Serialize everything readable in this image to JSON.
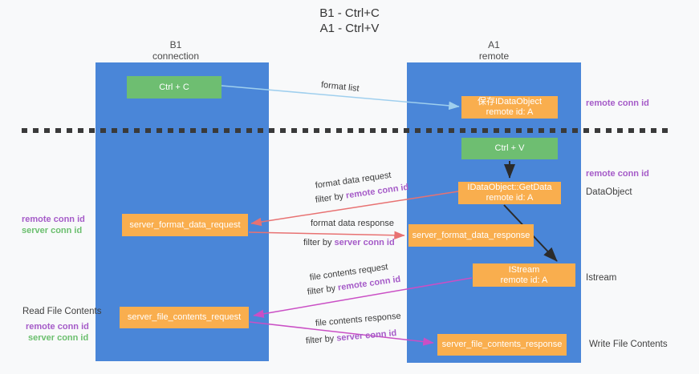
{
  "colors": {
    "background": "#f8f9fa",
    "column_blue": "#4a86d8",
    "box_orange": "#f9ae4e",
    "box_green": "#6ebe71",
    "arrow_light_blue": "#9fcfee",
    "arrow_red": "#e87272",
    "arrow_magenta": "#ca4fc5",
    "arrow_black": "#2b2b2b",
    "text_purple": "#a55bc8",
    "text_green": "#6bbf6e",
    "text_dark": "#3c3c3c"
  },
  "title": {
    "line1": "B1 - Ctrl+C",
    "line2": "A1 - Ctrl+V"
  },
  "columns": {
    "left": {
      "title": "B1",
      "subtitle": "connection"
    },
    "right": {
      "title": "A1",
      "subtitle": "remote"
    }
  },
  "nodes": {
    "ctrl_c": {
      "label": "Ctrl + C"
    },
    "save_idataobject": {
      "line1": "保存IDataObject",
      "line2": "remote id: A"
    },
    "ctrl_v": {
      "label": "Ctrl + V"
    },
    "getdata": {
      "line1": "IDataObject::GetData",
      "line2": "remote id: A"
    },
    "format_request": {
      "label": "server_format_data_request"
    },
    "format_response": {
      "label": "server_format_data_response"
    },
    "istream": {
      "line1": "IStream",
      "line2": "remote id: A"
    },
    "file_request": {
      "label": "server_file_contents_request"
    },
    "file_response": {
      "label": "server_file_contents_response"
    }
  },
  "edge_labels": {
    "format_list": "format list",
    "format_data_request": "format data request",
    "format_data_response": "format data response",
    "file_contents_request": "file contents request",
    "file_contents_response": "file contents response",
    "filter_prefix": "filter by ",
    "remote_conn_id": "remote conn id",
    "server_conn_id": "server conn id"
  },
  "side_labels": {
    "right_remote_conn_id_top": "remote conn id",
    "right_remote_conn_id_mid": "remote conn id",
    "dataobject": "DataObject",
    "istream": "Istream",
    "write_file_contents": "Write File Contents",
    "left_remote_conn_id_1": "remote conn id",
    "left_server_conn_id_1": "server conn id",
    "read_file_contents": "Read File Contents",
    "left_remote_conn_id_2": "remote conn id",
    "left_server_conn_id_2": "server conn id"
  }
}
